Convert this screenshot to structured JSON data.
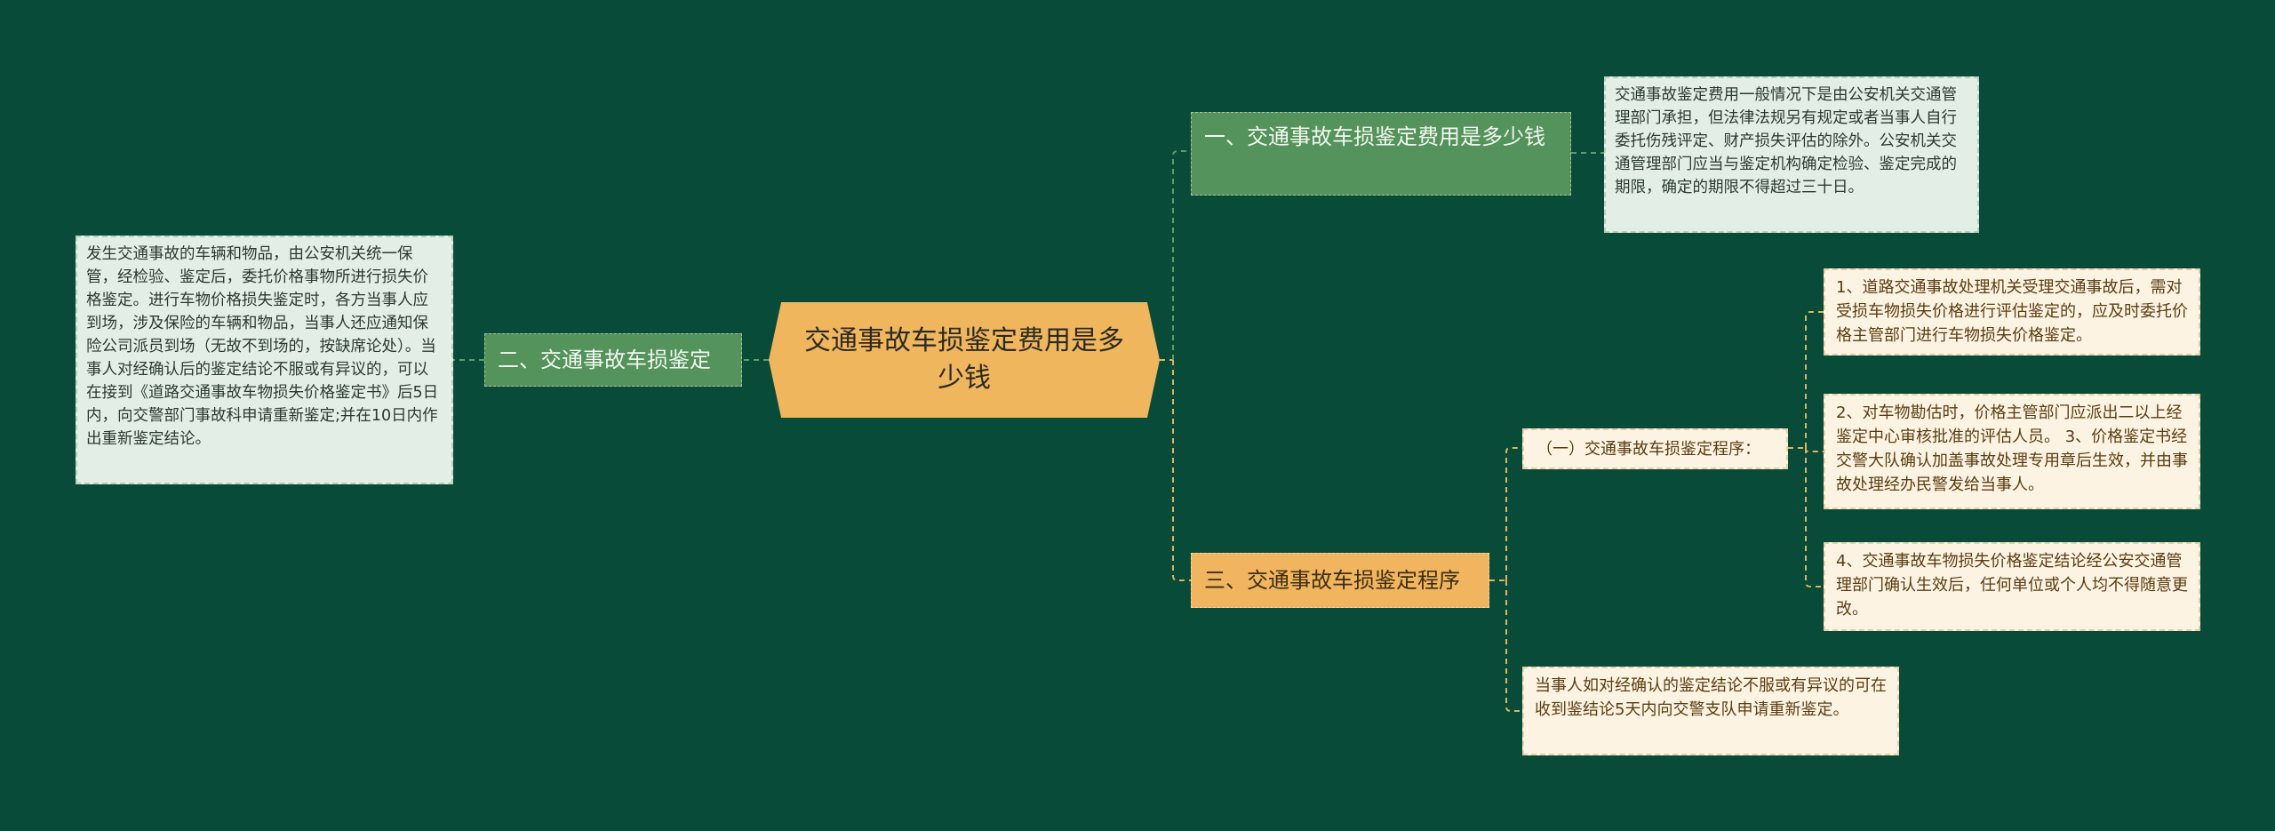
{
  "root": {
    "title": "交通事故车损鉴定费用是多少钱"
  },
  "branches": {
    "b1": {
      "label": "一、交通事故车损鉴定费用是多少钱",
      "detail": "交通事故鉴定费用一般情况下是由公安机关交通管理部门承担，但法律法规另有规定或者当事人自行委托伤残评定、财产损失评估的除外。公安机关交通管理部门应当与鉴定机构确定检验、鉴定完成的期限，确定的期限不得超过三十日。"
    },
    "b2": {
      "label": "二、交通事故车损鉴定",
      "detail": "发生交通事故的车辆和物品，由公安机关统一保管，经检验、鉴定后，委托价格事物所进行损失价格鉴定。进行车物价格损失鉴定时，各方当事人应到场，涉及保险的车辆和物品，当事人还应通知保险公司派员到场（无故不到场的，按缺席论处）。当事人对经确认后的鉴定结论不服或有异议的，可以在接到《道路交通事故车物损失价格鉴定书》后5日内，向交警部门事故科申请重新鉴定;并在10日内作出重新鉴定结论。"
    },
    "b3": {
      "label": "三、交通事故车损鉴定程序",
      "sub": {
        "label": "（一）交通事故车损鉴定程序：",
        "items": [
          "1、道路交通事故处理机关受理交通事故后，需对受损车物损失价格进行评估鉴定的，应及时委托价格主管部门进行车物损失价格鉴定。",
          "2、对车物勘估时，价格主管部门应派出二以上经鉴定中心审核批准的评估人员。 3、价格鉴定书经交警大队确认加盖事故处理专用章后生效，并由事故处理经办民警发给当事人。",
          "4、交通事故车物损失价格鉴定结论经公安交通管理部门确认生效后，任何单位或个人均不得随意更改。"
        ]
      },
      "note": "当事人如对经确认的鉴定结论不服或有异议的可在收到鉴结论5天内向交警支队申请重新鉴定。"
    }
  },
  "colors": {
    "background": "#074b38",
    "root": "#f0b65e",
    "branch_green": "#54935c",
    "branch_orange": "#f2b55f",
    "leaf_green": "#e3efe6",
    "leaf_cream": "#fdf3e3",
    "line_green": "#5f9d6c",
    "line_orange": "#e2b260"
  }
}
